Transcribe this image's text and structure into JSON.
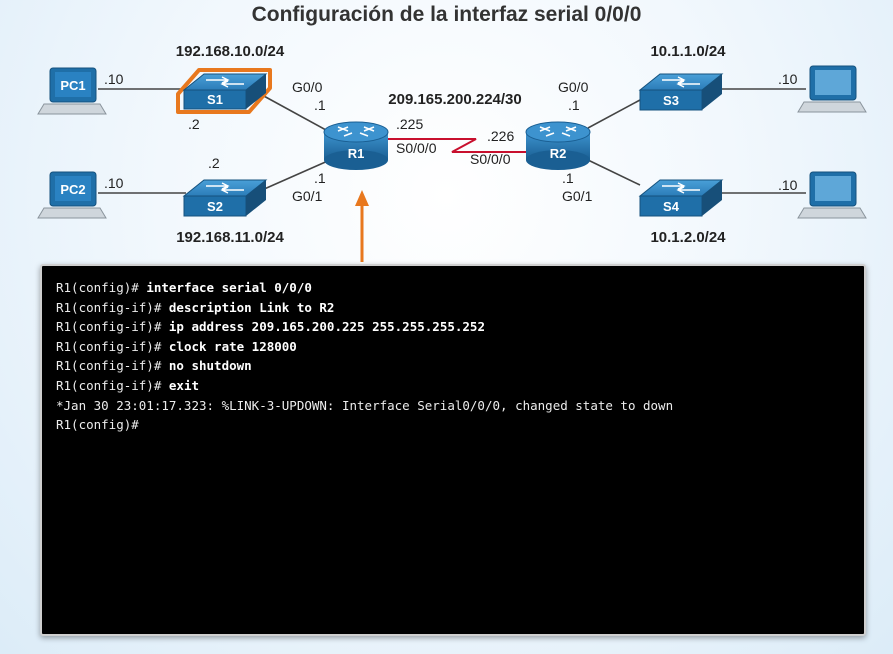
{
  "title": "Configuración de la interfaz serial 0/0/0",
  "networks": {
    "lan1": "192.168.10.0/24",
    "lan2": "192.168.11.0/24",
    "wan": "209.165.200.224/30",
    "lan3": "10.1.1.0/24",
    "lan4": "10.1.2.0/24"
  },
  "devices": {
    "pc1": "PC1",
    "pc2": "PC2",
    "s1": "S1",
    "s2": "S2",
    "s3": "S3",
    "s4": "S4",
    "r1": "R1",
    "r2": "R2"
  },
  "labels": {
    "pc1_host": ".10",
    "pc2_host": ".10",
    "pc3_host": ".10",
    "pc4_host": ".10",
    "s1_host": ".2",
    "s2_host": ".2",
    "r1_g00": "G0/0",
    "r1_g00_host": ".1",
    "r1_g01": "G0/1",
    "r1_g01_host": ".1",
    "r1_s000_host": ".225",
    "r1_s000": "S0/0/0",
    "r2_s000_host": ".226",
    "r2_s000": "S0/0/0",
    "r2_g00": "G0/0",
    "r2_g00_host": ".1",
    "r2_g01": "G0/1",
    "r2_g01_host": ".1"
  },
  "colors": {
    "highlight": "#e8781e",
    "serial_link": "#c8102e",
    "device_blue": "#1f6fa8",
    "terminal_bg": "#000000"
  },
  "terminal": {
    "lines": [
      {
        "prompt": "R1(config)# ",
        "cmd": "interface serial 0/0/0"
      },
      {
        "prompt": "R1(config-if)# ",
        "cmd": "description Link to R2"
      },
      {
        "prompt": "R1(config-if)# ",
        "cmd": "ip address 209.165.200.225 255.255.255.252"
      },
      {
        "prompt": "R1(config-if)# ",
        "cmd": "clock rate 128000"
      },
      {
        "prompt": "R1(config-if)# ",
        "cmd": "no shutdown"
      },
      {
        "prompt": "R1(config-if)# ",
        "cmd": "exit"
      },
      {
        "prompt": "*Jan 30 23:01:17.323: %LINK-3-UPDOWN: Interface Serial0/0/0, changed state to down",
        "cmd": ""
      },
      {
        "prompt": "R1(config)#",
        "cmd": ""
      }
    ]
  }
}
